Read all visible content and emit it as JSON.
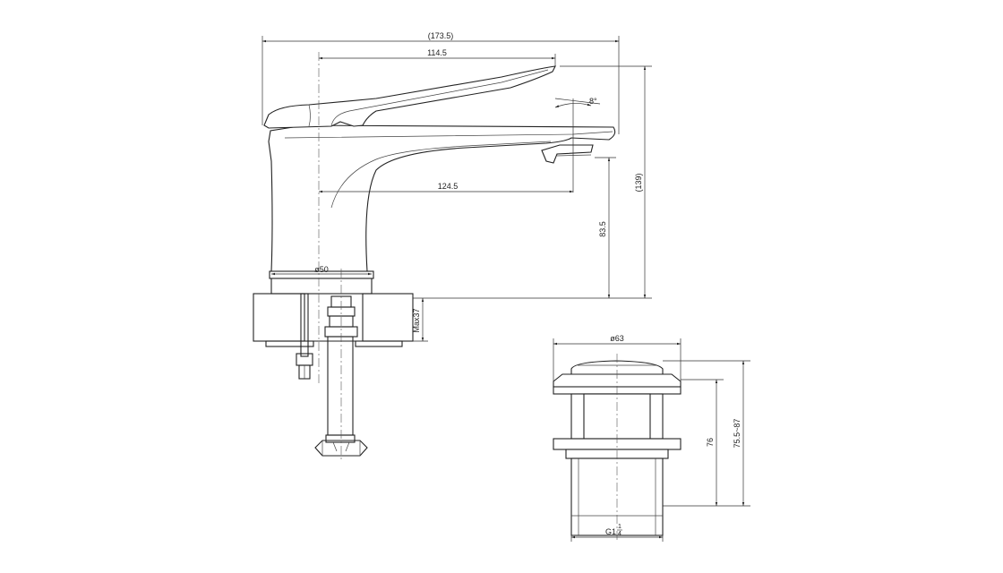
{
  "faucet": {
    "dim_total_length": "(173.5)",
    "dim_handle_length": "114.5",
    "dim_angle": "8°",
    "dim_spout_reach": "124.5",
    "dim_total_height": "(139)",
    "dim_spout_height": "83.5",
    "dim_base_diameter": "ø50",
    "dim_max_thickness": "Max37"
  },
  "drain": {
    "dim_diameter": "ø63",
    "dim_height": "76",
    "dim_height_range": "75.5~87",
    "dim_thread": "G1",
    "dim_thread_fraction_num": "1",
    "dim_thread_fraction_den": "4"
  },
  "colors": {
    "line": "#222222",
    "background": "#ffffff",
    "stone_fill": "#f0f0f0"
  }
}
